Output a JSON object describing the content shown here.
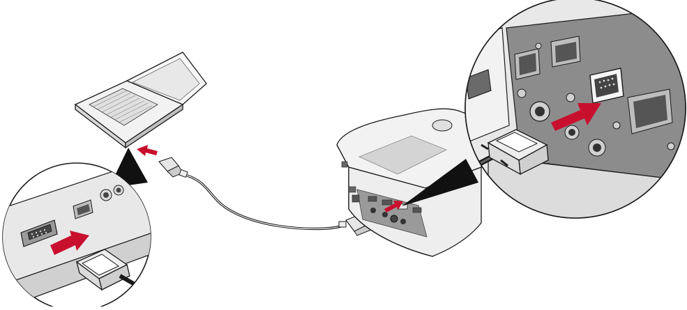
{
  "figure": {
    "caption": "",
    "colors": {
      "background": "#ffffff",
      "outline": "#1a1a1a",
      "device_light": "#f2f2f2",
      "device_mid": "#d9d9d9",
      "device_dark": "#a6a6a6",
      "panel": "#8c8c8c",
      "arrow": "#c8102e",
      "cable": "#333333"
    },
    "items": {
      "laptop": {
        "name": "laptop-computer",
        "icon": "laptop-icon"
      },
      "projector": {
        "name": "projector",
        "icon": "projector-icon"
      },
      "cable": {
        "name": "vga-cable",
        "icon": "vga-cable-icon"
      },
      "zoom_left": {
        "name": "laptop-port-detail",
        "icon": "magnifier-callout-icon"
      },
      "zoom_right": {
        "name": "projector-port-detail",
        "icon": "magnifier-callout-icon"
      }
    }
  }
}
